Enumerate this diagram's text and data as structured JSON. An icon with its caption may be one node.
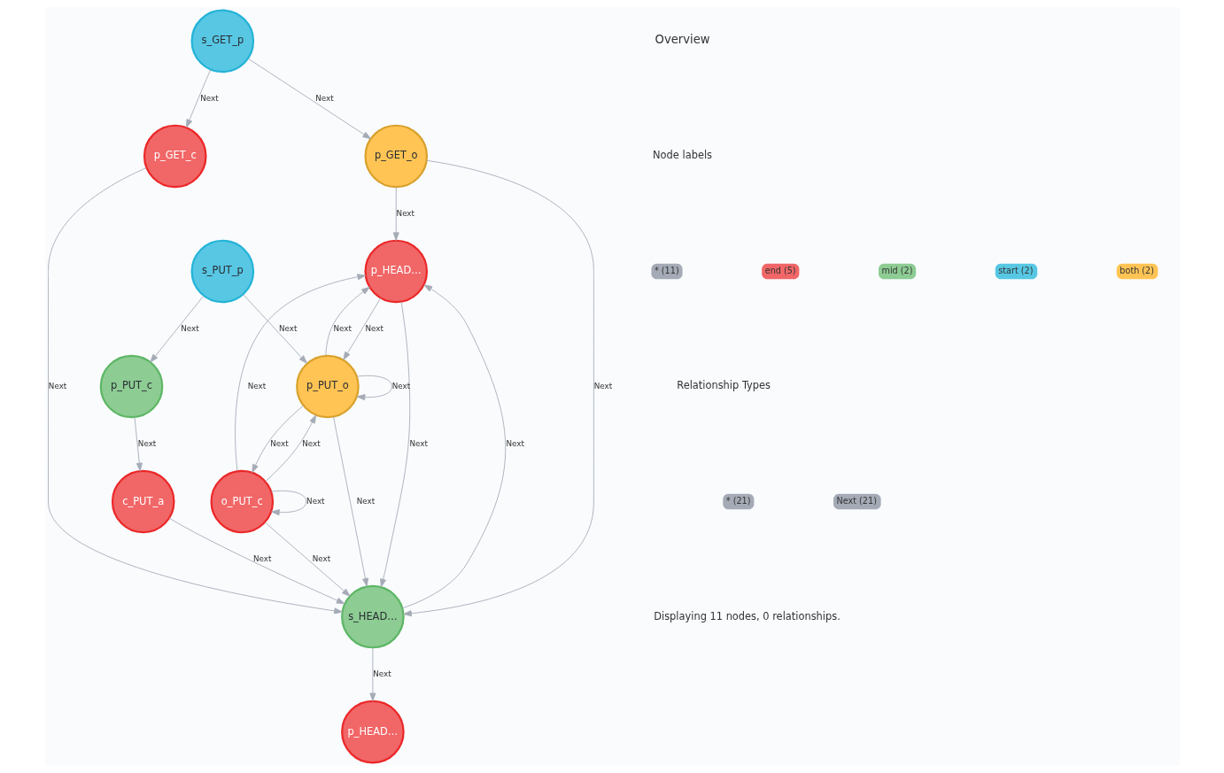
{
  "diagram": {
    "nodes": [
      {
        "text": [
          "p_HEAD…"
        ]
      },
      {
        "text": [
          "o_PUT_c"
        ]
      },
      {
        "text": [
          "p_GET_o"
        ]
      },
      {
        "text": [
          "s_HEAD…"
        ]
      },
      {
        "text": [
          "p_PUT_o"
        ]
      },
      {
        "text": [
          "s_GET_p"
        ]
      },
      {
        "text": [
          "p_HEAD…"
        ]
      },
      {
        "text": [
          "p_GET_c"
        ]
      },
      {
        "text": [
          "s_PUT_p"
        ]
      },
      {
        "text": [
          "c_PUT_a"
        ]
      },
      {
        "text": [
          "p_PUT_c"
        ]
      }
    ],
    "edges": [
      {
        "from": 1,
        "to": 1,
        "arrow": "to",
        "label": "Next"
      },
      {
        "from": 1,
        "to": 0,
        "arrow": "to",
        "label": "Next"
      },
      {
        "from": 2,
        "to": 0,
        "arrow": "to",
        "label": "Next"
      },
      {
        "from": 2,
        "to": 3,
        "arrow": "to",
        "label": "Next"
      },
      {
        "from": 5,
        "to": 2,
        "arrow": "to",
        "label": "Next"
      },
      {
        "from": 5,
        "to": 7,
        "arrow": "to",
        "label": "Next"
      },
      {
        "from": 7,
        "to": 3,
        "arrow": "to",
        "label": "Next"
      },
      {
        "from": 9,
        "to": 3,
        "arrow": "to",
        "label": "Next"
      },
      {
        "from": 10,
        "to": 9,
        "arrow": "to",
        "label": "Next"
      },
      {
        "from": 8,
        "to": 10,
        "arrow": "to",
        "label": "Next"
      },
      {
        "from": 8,
        "to": 4,
        "arrow": "to",
        "label": "Next"
      },
      {
        "from": 4,
        "to": 4,
        "arrow": "to",
        "label": "Next"
      },
      {
        "from": 4,
        "to": 3,
        "arrow": "to",
        "label": "Next"
      },
      {
        "from": 3,
        "to": 6,
        "arrow": "to",
        "label": "Next"
      },
      {
        "from": 1,
        "to": 3,
        "arrow": "to",
        "label": "Next"
      },
      {
        "from": 1,
        "to": 4,
        "arrow": "to",
        "label": "Next"
      },
      {
        "from": 4,
        "to": 1,
        "arrow": "to",
        "label": "Next"
      },
      {
        "from": 3,
        "to": 0,
        "arrow": "to",
        "label": "Next"
      },
      {
        "from": 0,
        "to": 3,
        "arrow": "to",
        "label": "Next"
      },
      {
        "from": 0,
        "to": 4,
        "arrow": "to",
        "label": "Next"
      },
      {
        "from": 4,
        "to": 0,
        "arrow": "to",
        "label": "Next"
      }
    ],
    "labels": [
      "Overview",
      "Node labels",
      "Relationship Types",
      "Displaying 11 nodes, 0 relationships."
    ],
    "legend": [
      {
        "text": "* (11)",
        "color": "#a5abb6"
      },
      {
        "text": "end (5)",
        "color": "#f16667"
      },
      {
        "text": "mid (2)",
        "color": "#8dcc93"
      },
      {
        "text": "start (2)",
        "color": "#57c7e3"
      },
      {
        "text": "both (2)",
        "color": "#ffc454"
      },
      {
        "text": "* (21)",
        "color": "#a5abb6"
      },
      {
        "text": "Next (21)",
        "color": "#a5abb6"
      }
    ]
  }
}
